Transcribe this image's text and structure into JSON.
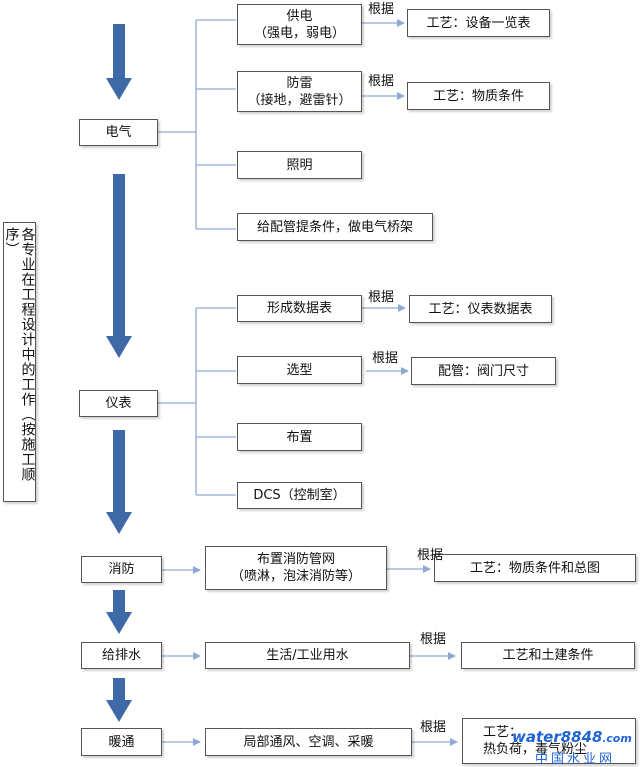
{
  "title": "各专业在工程设计中的工作（按施工顺序）",
  "basis_label": "根据",
  "electrical": {
    "label": "电气",
    "power_supply": "供电\n（强电，弱电）",
    "lightning": "防雷\n（接地，避雷针）",
    "lighting": "照明",
    "piping_tray": "给配管提条件，做电气桥架",
    "ref_equipment": "工艺：设备一览表",
    "ref_material": "工艺：物质条件"
  },
  "instrument": {
    "label": "仪表",
    "datasheet": "形成数据表",
    "selection": "选型",
    "layout": "布置",
    "dcs": "DCS（控制室）",
    "ref_datasheet": "工艺：仪表数据表",
    "ref_valve": "配管：阀门尺寸"
  },
  "fire": {
    "label": "消防",
    "network": "布置消防管网\n（喷淋，泡沫消防等）",
    "ref": "工艺：物质条件和总图"
  },
  "water": {
    "label": "给排水",
    "use": "生活/工业用水",
    "ref": "工艺和土建条件"
  },
  "hvac": {
    "label": "暖通",
    "work": "局部通风、空调、采暖",
    "ref": "工艺：\n热负荷，毒气粉尘"
  },
  "watermark": {
    "brand": "water8848",
    "suffix": "com",
    "cn": "中国水业网"
  },
  "colors": {
    "arrow_big": "#3d6aa6",
    "connector": "#8eaad3"
  }
}
